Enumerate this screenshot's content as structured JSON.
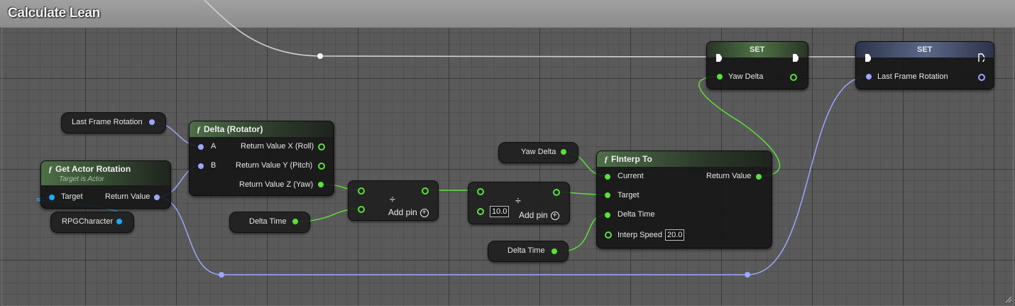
{
  "graph": {
    "title": "Calculate Lean"
  },
  "nodes": {
    "last_frame_rotation_getter": {
      "label": "Last Frame Rotation"
    },
    "get_actor_rotation": {
      "title": "Get Actor Rotation",
      "subtitle": "Target is Actor",
      "target_label": "Target",
      "return_label": "Return Value"
    },
    "rpg_character": {
      "label": "RPGCharacter"
    },
    "delta_rotator": {
      "title": "Delta (Rotator)",
      "pin_a": "A",
      "pin_b": "B",
      "out_x": "Return Value X (Roll)",
      "out_y": "Return Value Y (Pitch)",
      "out_z": "Return Value Z (Yaw)"
    },
    "delta_time_1": {
      "label": "Delta Time"
    },
    "divide_1": {
      "symbol": "÷",
      "add_pin": "Add pin"
    },
    "divide_2": {
      "symbol": "÷",
      "add_pin": "Add pin",
      "default_value": "10.0"
    },
    "yaw_delta_getter": {
      "label": "Yaw Delta"
    },
    "finterp_to": {
      "title": "FInterp To",
      "current": "Current",
      "target": "Target",
      "delta_time": "Delta Time",
      "interp_speed": "Interp Speed",
      "interp_speed_value": "20.0",
      "return_label": "Return Value"
    },
    "delta_time_2": {
      "label": "Delta Time"
    },
    "set_yaw_delta": {
      "title": "SET",
      "pin": "Yaw Delta"
    },
    "set_last_frame_rotation": {
      "title": "SET",
      "pin": "Last Frame Rotation"
    }
  },
  "colors": {
    "float_pin": "#5ae03c",
    "struct_pin": "#9aa6ff",
    "object_pin": "#25a4f0",
    "exec_wire": "#dddddd",
    "function_header": "#4d6e47"
  }
}
